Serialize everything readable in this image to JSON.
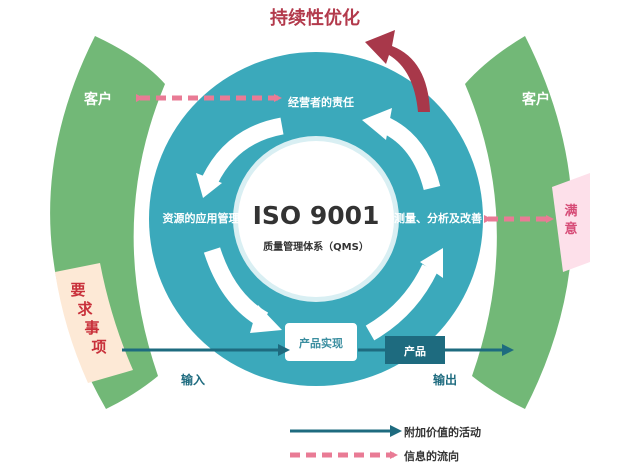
{
  "title": "持续性优化",
  "customer_left": "客户",
  "customer_right": "客户",
  "requirements": [
    "要",
    "求",
    "事",
    "项"
  ],
  "satisfaction": [
    "满",
    "意"
  ],
  "center": {
    "main": "ISO 9001",
    "sub": "质量管理体系（QMS）"
  },
  "processes": {
    "management": "经营者的责任",
    "resources": "资源的应用管理",
    "measurement": "测量、分析及改善",
    "realization": "产品实现"
  },
  "output_box": "产品",
  "input_label": "输入",
  "output_label": "输出",
  "legend": {
    "value_added": "附加价值的活动",
    "info_flow": "信息的流向"
  },
  "colors": {
    "green": "#72b877",
    "teal": "#3ba9bb",
    "teal_light": "#d9eff3",
    "pink": "#e97b95",
    "title": "#b33a4c",
    "dark_teal": "#1e6b7f",
    "req_fill": "#fde9d6",
    "req_text": "#c8303a",
    "sat_fill": "#fde0ea",
    "sat_text": "#d64b76"
  }
}
